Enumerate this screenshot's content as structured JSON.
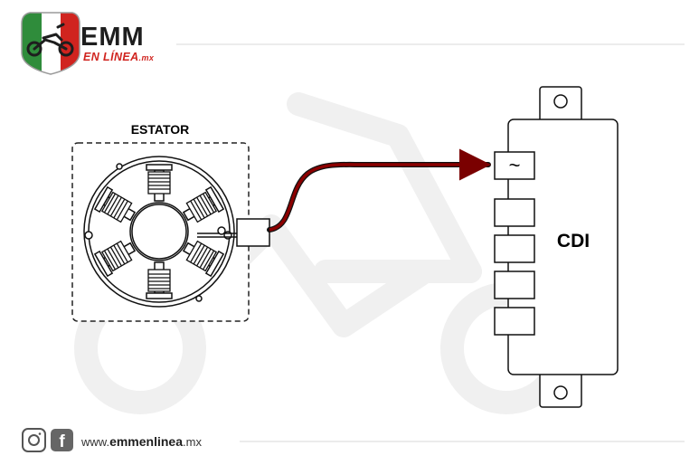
{
  "brand": {
    "name": "EMM",
    "tagline": "EN LÍNEA",
    "tagline_suffix": ".mx",
    "colors": {
      "green": "#2f8c3b",
      "white": "#ffffff",
      "red": "#d0241f",
      "dark": "#1e1e1e"
    }
  },
  "diagram": {
    "stator_label": "ESTATOR",
    "cdi_label": "CDI",
    "ac_symbol": "~",
    "wire_color": "#8b0000",
    "watermark_color": "#f0f0f0"
  },
  "footer": {
    "url_prefix": "www.",
    "url_main": "emmenlinea",
    "url_suffix": ".mx",
    "social_icons": [
      "instagram-icon",
      "facebook-icon"
    ]
  }
}
